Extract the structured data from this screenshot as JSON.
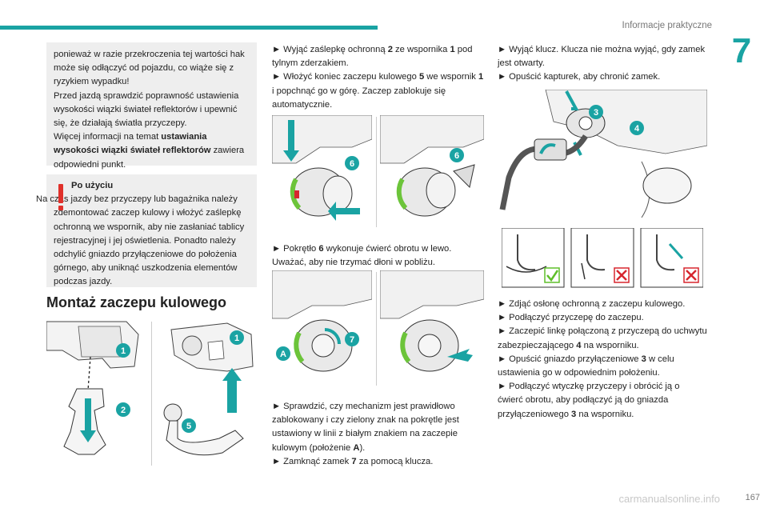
{
  "header": {
    "title": "Informacje praktyczne",
    "chapter": "7"
  },
  "note": {
    "p1": "ponieważ w razie przekroczenia tej wartości hak może się odłączyć od pojazdu, co wiąże się z ryzykiem wypadku!",
    "p2": "Przed jazdą sprawdzić poprawność ustawienia wysokości wiązki świateł reflektorów i upewnić się, że działają światła przyczepy.",
    "p3_pre": "Więcej informacji na temat ",
    "p3_bold": "ustawiania wysokości wiązki świateł reflektorów",
    "p3_post": " zawiera odpowiedni punkt."
  },
  "warning": {
    "title": "Po użyciu",
    "text": "Na czas jazdy bez przyczepy lub bagażnika należy zdemontować zaczep kulowy i włożyć zaślepkę ochronną we wspornik, aby nie zasłaniać tablicy rejestracyjnej i jej oświetlenia. Ponadto należy odchylić gniazdo przyłączeniowe do położenia górnego, aby uniknąć uszkodzenia elementów podczas jazdy."
  },
  "section_title": "Montaż zaczepu kulowego",
  "col2": {
    "s1": {
      "arrow": "►",
      "a": " Wyjąć zaślepkę ochronną ",
      "b1": "2",
      "c": " ze wspornika ",
      "b2": "1",
      "d": " pod tylnym zderzakiem."
    },
    "s2": {
      "arrow": "►",
      "a": " Włożyć koniec zaczepu kulowego ",
      "b1": "5",
      "c": " we wspornik ",
      "b2": "1",
      "d": " i popchnąć go w górę. Zaczep zablokuje się automatycznie."
    },
    "s3": {
      "arrow": "►",
      "a": " Pokrętło ",
      "b1": "6",
      "c": " wykonuje ćwierć obrotu w lewo. Uważać, aby nie trzymać dłoni w pobliżu."
    },
    "s4": {
      "arrow": "►",
      "a": " Sprawdzić, czy mechanizm jest prawidłowo zablokowany i czy zielony znak na pokrętle jest ustawiony w linii z białym znakiem na zaczepie kulowym (położenie ",
      "b1": "A",
      "c": ")."
    },
    "s5": {
      "arrow": "►",
      "a": " Zamknąć zamek ",
      "b1": "7",
      "c": " za pomocą klucza."
    }
  },
  "col3": {
    "s1": {
      "arrow": "►",
      "text": " Wyjąć klucz. Klucza nie można wyjąć, gdy zamek jest otwarty."
    },
    "s2": {
      "arrow": "►",
      "text": " Opuścić kapturek, aby chronić zamek."
    },
    "s3": {
      "arrow": "►",
      "text": " Zdjąć osłonę ochronną z zaczepu kulowego."
    },
    "s4": {
      "arrow": "►",
      "text": " Podłączyć przyczepę do zaczepu."
    },
    "s5": {
      "arrow": "►",
      "a": " Zaczepić linkę połączoną z przyczepą do uchwytu zabezpieczającego ",
      "b1": "4",
      "c": " na wsporniku."
    },
    "s6": {
      "arrow": "►",
      "a": " Opuścić gniazdo przyłączeniowe ",
      "b1": "3",
      "c": " w celu ustawienia go w odpowiednim położeniu."
    },
    "s7": {
      "arrow": "►",
      "a": " Podłączyć wtyczkę przyczepy i obrócić ją o ćwierć obrotu, aby podłączyć ją do gniazda przyłączeniowego ",
      "b1": "3",
      "c": " na wsporniku."
    }
  },
  "figures": {
    "fig1": {
      "labels": [
        "1",
        "2"
      ]
    },
    "fig2": {
      "labels": [
        "1",
        "5"
      ]
    },
    "fig3": {
      "labels": [
        "6"
      ]
    },
    "fig4": {
      "labels": [
        "6"
      ]
    },
    "fig5": {
      "labels": [
        "7",
        "A"
      ]
    },
    "fig7": {
      "labels": [
        "3",
        "4"
      ]
    }
  },
  "colors": {
    "accent": "#1aa3a3",
    "warning": "#e0302a",
    "ok": "#5fbf2a",
    "bad": "#d7262e"
  },
  "footer": {
    "page": "167",
    "watermark": "carmanualsonline.info"
  }
}
